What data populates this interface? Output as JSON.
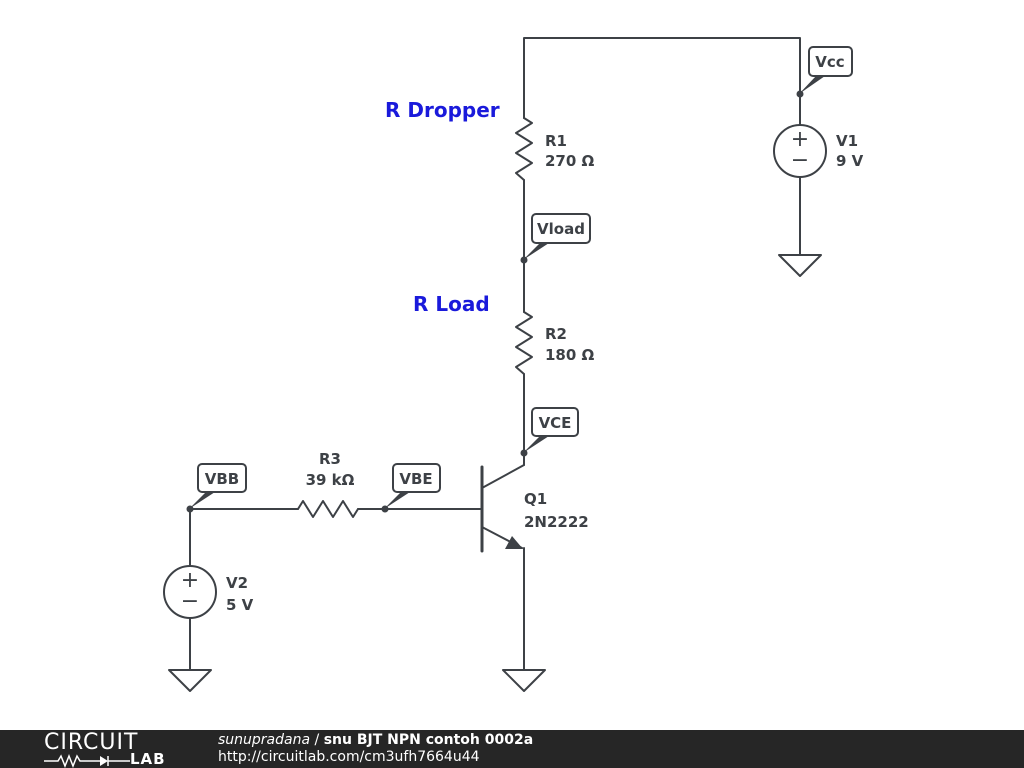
{
  "annotations": {
    "dropper": "R Dropper",
    "load": "R Load",
    "color": "#1a1adb"
  },
  "components": {
    "r1": {
      "ref": "R1",
      "value": "270 Ω"
    },
    "r2": {
      "ref": "R2",
      "value": "180 Ω"
    },
    "r3": {
      "ref": "R3",
      "value": "39 kΩ"
    },
    "v1": {
      "ref": "V1",
      "value": "9 V"
    },
    "v2": {
      "ref": "V2",
      "value": "5 V"
    },
    "q1": {
      "ref": "Q1",
      "value": "2N2222"
    }
  },
  "nodes": {
    "vcc": "Vcc",
    "vload": "Vload",
    "vce": "VCE",
    "vbb": "VBB",
    "vbe": "VBE"
  },
  "source_signs": {
    "plus": "+",
    "minus": "−"
  },
  "footer": {
    "logo_top": "CIRCUIT",
    "logo_bottom": "LAB",
    "author": "sunupradana",
    "separator": " / ",
    "title": "snu BJT NPN contoh 0002a",
    "url": "http://circuitlab.com/cm3ufh7664u44"
  }
}
